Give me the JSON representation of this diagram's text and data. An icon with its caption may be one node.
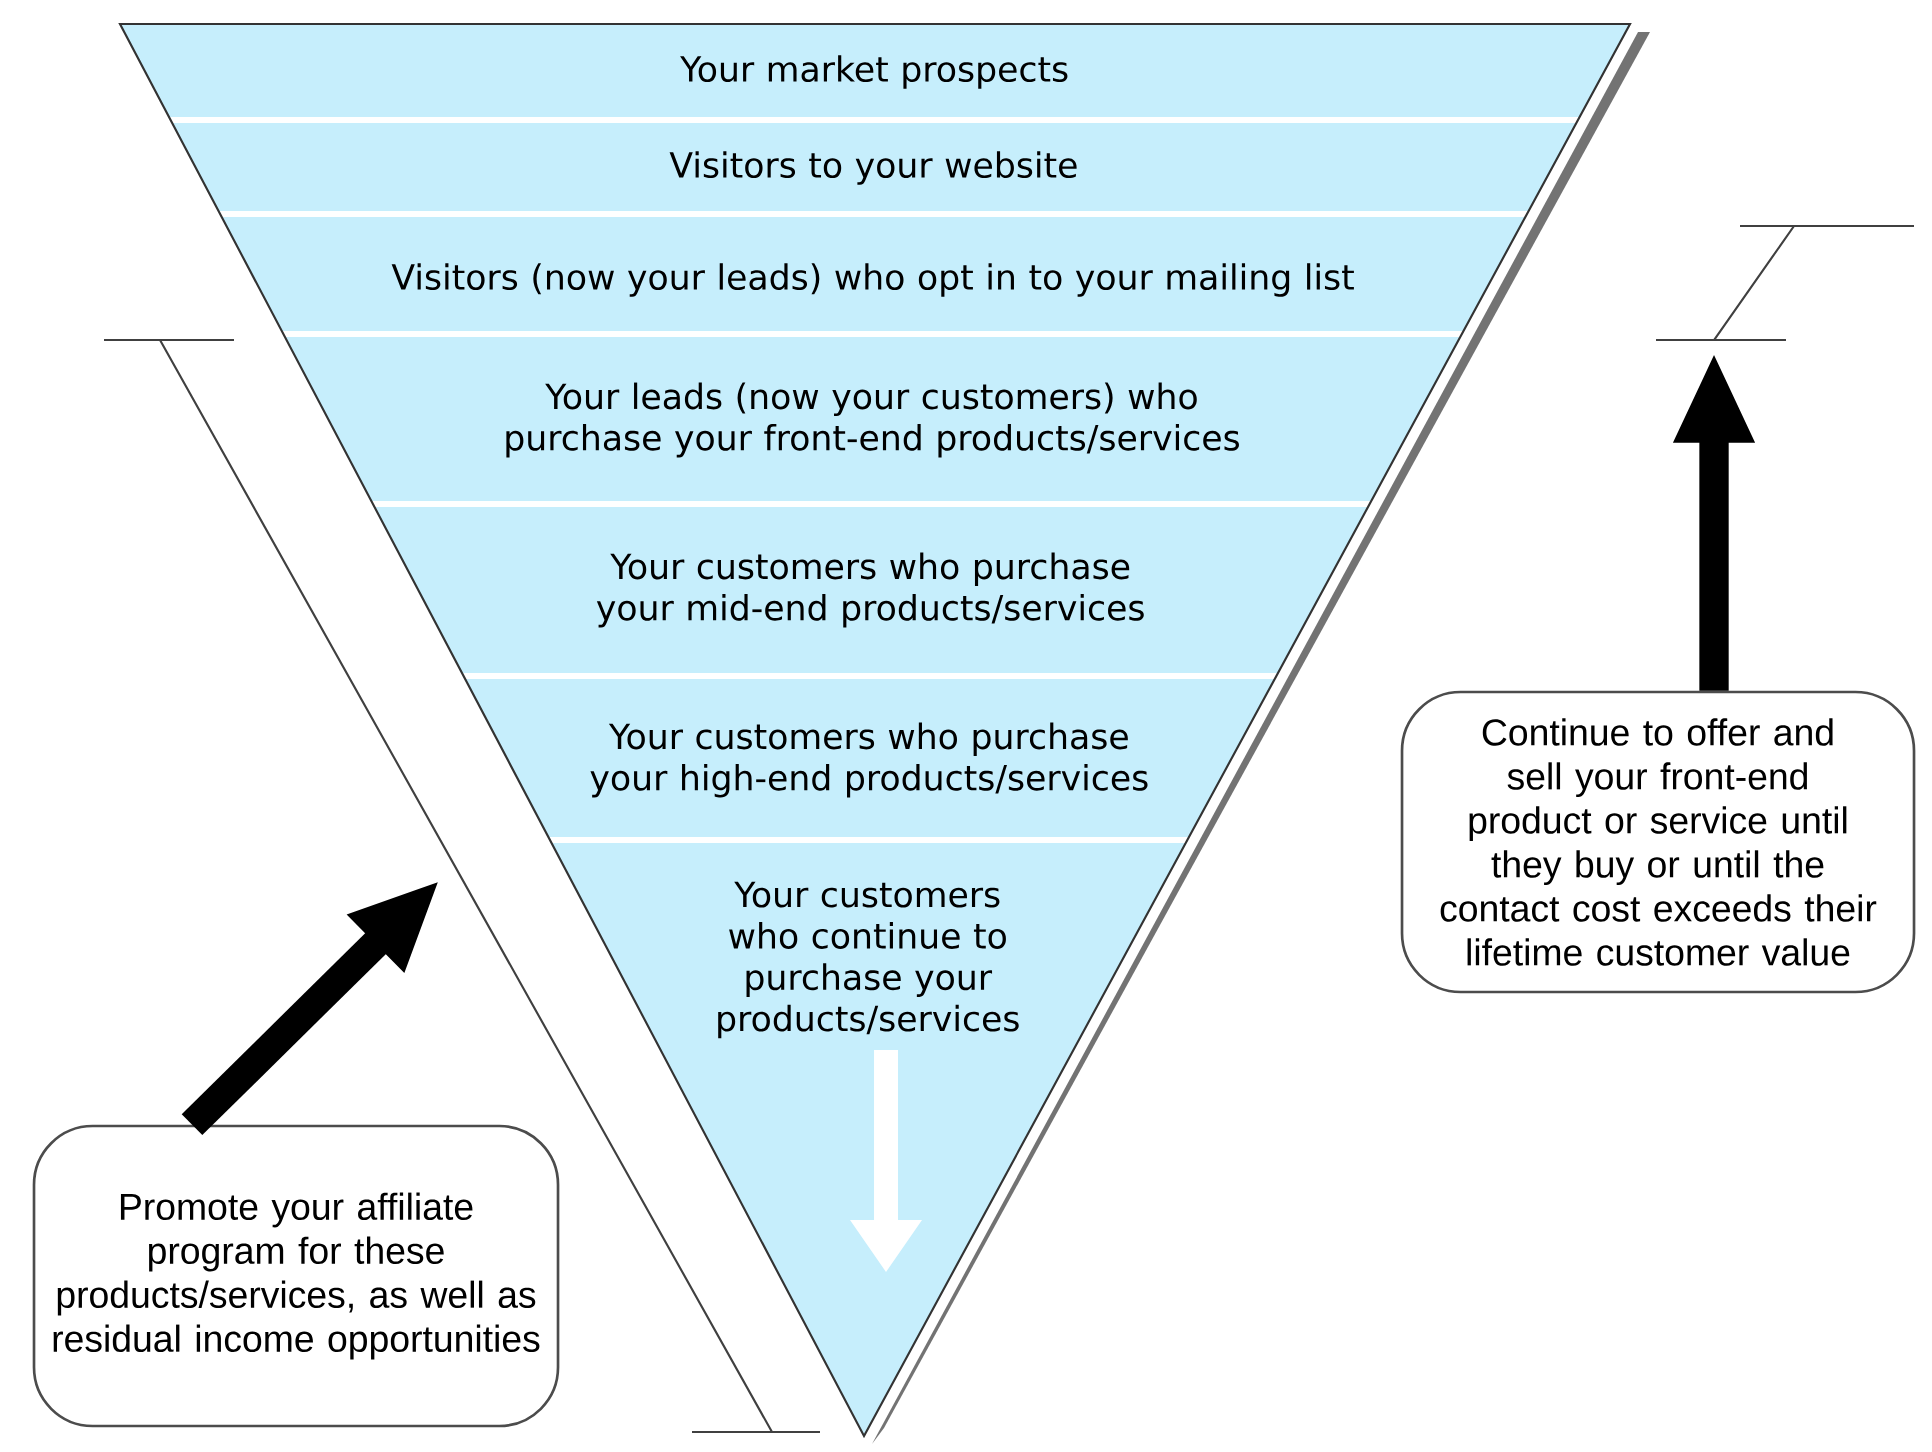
{
  "diagram": {
    "nodes": [
      {
        "text": [
          "Your market prospects"
        ]
      },
      {
        "text": [
          "Visitors to your website"
        ]
      },
      {
        "text": [
          "Visitors (now your leads) who opt in to your mailing list"
        ]
      },
      {
        "text": [
          "Your leads (now your customers) who purchase your front-end products/services"
        ]
      },
      {
        "text": [
          "Your customers who purchase your mid-end products/services"
        ]
      },
      {
        "text": [
          "Your customers who purchase your high-end products/services"
        ]
      },
      {
        "text": [
          "Your customers who continue to purchase your products/services"
        ]
      },
      {
        "text": [
          "Promote your affiliate program for these products/services, as well as residual income opportunities"
        ]
      },
      {
        "text": [
          "Continue to offer and sell your front-end product or service until they buy or until the contact cost exceeds their lifetime customer value"
        ]
      }
    ],
    "edges": [
      {
        "from": 7,
        "to": null,
        "arrow": "to"
      },
      {
        "from": 8,
        "to": null,
        "arrow": "to"
      }
    ]
  }
}
